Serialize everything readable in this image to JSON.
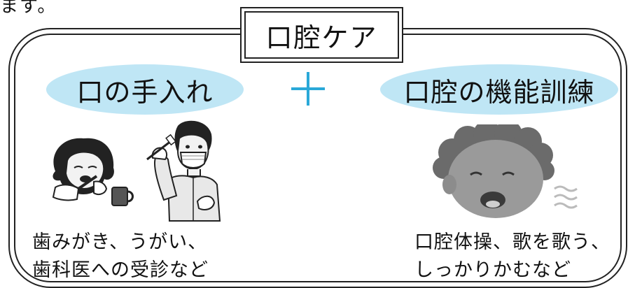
{
  "top_text": "ます。",
  "title": "口腔ケア",
  "left": {
    "heading": "口の手入れ",
    "caption_line1": "歯みがき、うがい、",
    "caption_line2": "歯科医への受診など"
  },
  "right": {
    "heading": "口腔の機能訓練",
    "caption_line1": "口腔体操、歌を歌う、",
    "caption_line2": "しっかりかむなど"
  },
  "colors": {
    "ellipse_fill": "#bfe6f5",
    "plus": "#2aa8d8",
    "frame": "#222222"
  },
  "icons": {
    "plus": "plus-icon",
    "left_illustration_1": "person-brushing-teeth-illustration",
    "left_illustration_2": "dentist-with-toothbrush-illustration",
    "right_illustration": "singing-child-face-illustration"
  }
}
